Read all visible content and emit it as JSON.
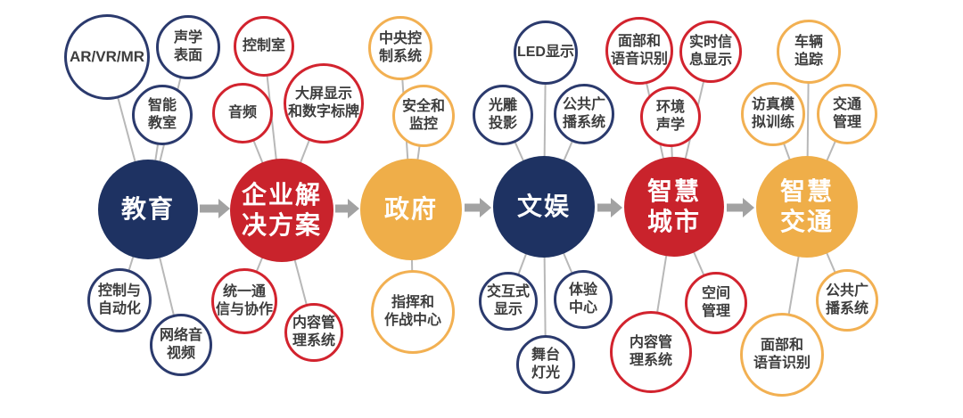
{
  "palette": {
    "hub_navy": "#1e3262",
    "hub_red": "#c9232c",
    "hub_yellow": "#efae49",
    "satellite_navy_border": "#2b3a6d",
    "satellite_red_border": "#d2232e",
    "satellite_yellow_border": "#f2b052",
    "connector_gray": "#b8b8b8",
    "arrow_gray": "#a2a2a2",
    "satellite_text": "#3d3d3d",
    "hub_text": "#ffffff"
  },
  "hubs": [
    {
      "label": "教育"
    },
    {
      "label": "企业解\n决方案"
    },
    {
      "label": "政府"
    },
    {
      "label": "文娱"
    },
    {
      "label": "智慧\n城市"
    },
    {
      "label": "智慧\n交通"
    }
  ],
  "satellites": [
    {
      "label": "AR/VR/MR",
      "hub": "教育"
    },
    {
      "label": "声学\n表面",
      "hub": "教育"
    },
    {
      "label": "智能\n教室",
      "hub": "教育"
    },
    {
      "label": "控制与\n自动化",
      "hub": "教育"
    },
    {
      "label": "网络音\n视频",
      "hub": "教育"
    },
    {
      "label": "控制室",
      "hub": "企业解决方案"
    },
    {
      "label": "音频",
      "hub": "企业解决方案"
    },
    {
      "label": "大屏显示\n和数字标牌",
      "hub": "企业解决方案"
    },
    {
      "label": "统一通\n信与协作",
      "hub": "企业解决方案"
    },
    {
      "label": "内容管\n理系统",
      "hub": "企业解决方案"
    },
    {
      "label": "中央控\n制系统",
      "hub": "政府"
    },
    {
      "label": "安全和\n监控",
      "hub": "政府"
    },
    {
      "label": "指挥和\n作战中心",
      "hub": "政府"
    },
    {
      "label": "LED显示",
      "hub": "文娱"
    },
    {
      "label": "光雕\n投影",
      "hub": "文娱"
    },
    {
      "label": "公共广\n播系统",
      "hub": "文娱"
    },
    {
      "label": "交互式\n显示",
      "hub": "文娱"
    },
    {
      "label": "体验\n中心",
      "hub": "文娱"
    },
    {
      "label": "舞台\n灯光",
      "hub": "文娱"
    },
    {
      "label": "面部和\n语音识别",
      "hub": "智慧城市"
    },
    {
      "label": "实时信\n息显示",
      "hub": "智慧城市"
    },
    {
      "label": "环境\n声学",
      "hub": "智慧城市"
    },
    {
      "label": "空间\n管理",
      "hub": "智慧城市"
    },
    {
      "label": "内容管\n理系统",
      "hub": "智慧城市"
    },
    {
      "label": "车辆\n追踪",
      "hub": "智慧交通"
    },
    {
      "label": "访真模\n拟训练",
      "hub": "智慧交通"
    },
    {
      "label": "交通\n管理",
      "hub": "智慧交通"
    },
    {
      "label": "公共广\n播系统",
      "hub": "智慧交通"
    },
    {
      "label": "面部和\n语音识别",
      "hub": "智慧交通"
    }
  ]
}
